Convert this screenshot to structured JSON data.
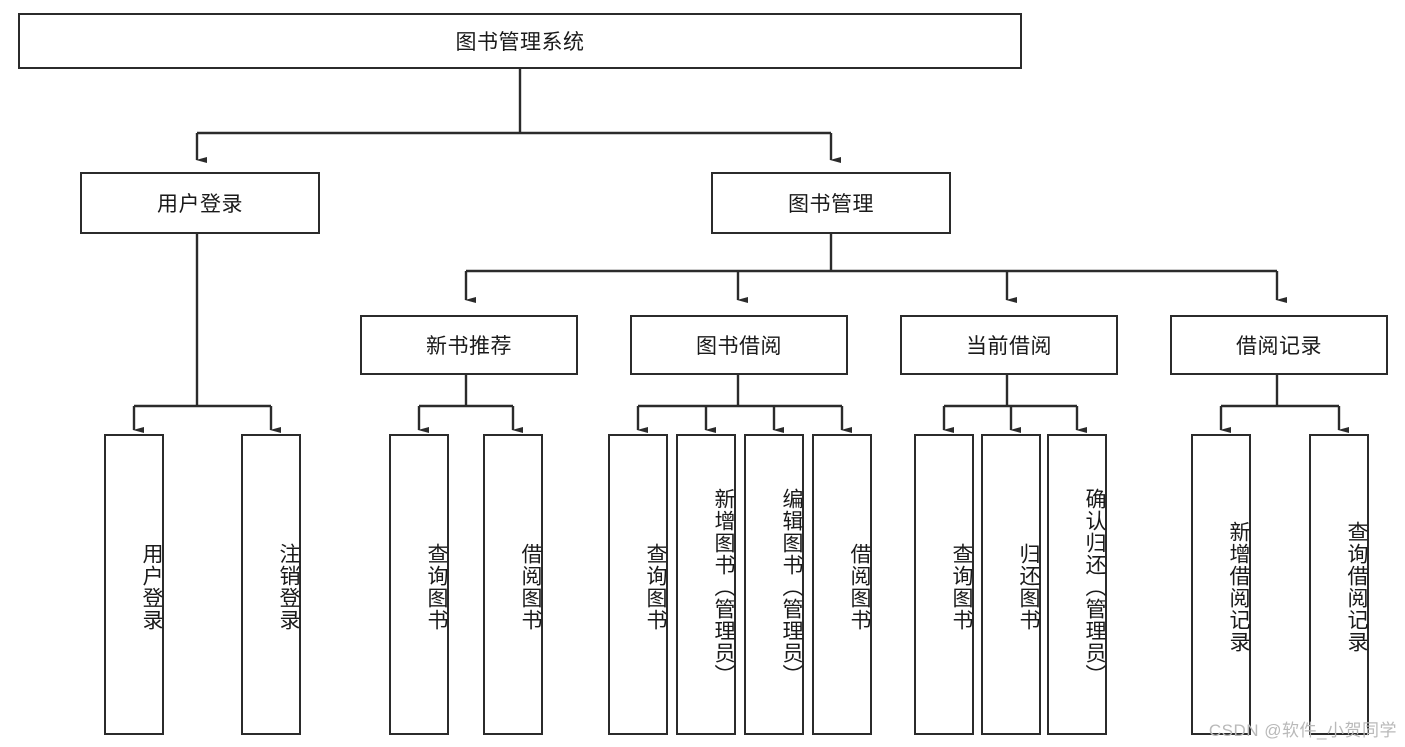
{
  "diagram": {
    "title": "图书管理系统",
    "type": "tree-hierarchy",
    "watermark": "CSDN @软件_小贺同学",
    "colors": {
      "stroke": "#2b2b2b",
      "fill": "#ffffff",
      "text": "#1a1a1a",
      "watermark": "#b9b9b9"
    },
    "nodes": {
      "root": {
        "label": "图书管理系统",
        "level": 1,
        "orientation": "horizontal"
      },
      "l2": [
        {
          "id": "user-login",
          "label": "用户登录",
          "level": 2,
          "orientation": "horizontal"
        },
        {
          "id": "book-manage",
          "label": "图书管理",
          "level": 2,
          "orientation": "horizontal"
        }
      ],
      "l3": [
        {
          "id": "new-book-rec",
          "label": "新书推荐",
          "level": 3,
          "orientation": "horizontal",
          "parent": "book-manage"
        },
        {
          "id": "book-borrow",
          "label": "图书借阅",
          "level": 3,
          "orientation": "horizontal",
          "parent": "book-manage"
        },
        {
          "id": "current-borrow",
          "label": "当前借阅",
          "level": 3,
          "orientation": "horizontal",
          "parent": "book-manage"
        },
        {
          "id": "borrow-record",
          "label": "借阅记录",
          "level": 3,
          "orientation": "horizontal",
          "parent": "book-manage"
        }
      ],
      "leaves": [
        {
          "id": "leaf-user-login",
          "label": "用户登录",
          "parent": "user-login",
          "orientation": "vertical"
        },
        {
          "id": "leaf-logout",
          "label": "注销登录",
          "parent": "user-login",
          "orientation": "vertical"
        },
        {
          "id": "leaf-query-book-1",
          "label": "查询图书",
          "parent": "new-book-rec",
          "orientation": "vertical"
        },
        {
          "id": "leaf-borrow-book-1",
          "label": "借阅图书",
          "parent": "new-book-rec",
          "orientation": "vertical"
        },
        {
          "id": "leaf-query-book-2",
          "label": "查询图书",
          "parent": "book-borrow",
          "orientation": "vertical"
        },
        {
          "id": "leaf-add-book",
          "label": "新增图书（管理员）",
          "parent": "book-borrow",
          "orientation": "vertical"
        },
        {
          "id": "leaf-edit-book",
          "label": "编辑图书（管理员）",
          "parent": "book-borrow",
          "orientation": "vertical"
        },
        {
          "id": "leaf-borrow-book-2",
          "label": "借阅图书",
          "parent": "book-borrow",
          "orientation": "vertical"
        },
        {
          "id": "leaf-query-book-3",
          "label": "查询图书",
          "parent": "current-borrow",
          "orientation": "vertical"
        },
        {
          "id": "leaf-return-book",
          "label": "归还图书",
          "parent": "current-borrow",
          "orientation": "vertical"
        },
        {
          "id": "leaf-confirm-return",
          "label": "确认归还（管理员）",
          "parent": "current-borrow",
          "orientation": "vertical"
        },
        {
          "id": "leaf-add-record",
          "label": "新增借阅记录",
          "parent": "borrow-record",
          "orientation": "vertical"
        },
        {
          "id": "leaf-query-record",
          "label": "查询借阅记录",
          "parent": "borrow-record",
          "orientation": "vertical"
        }
      ]
    }
  }
}
